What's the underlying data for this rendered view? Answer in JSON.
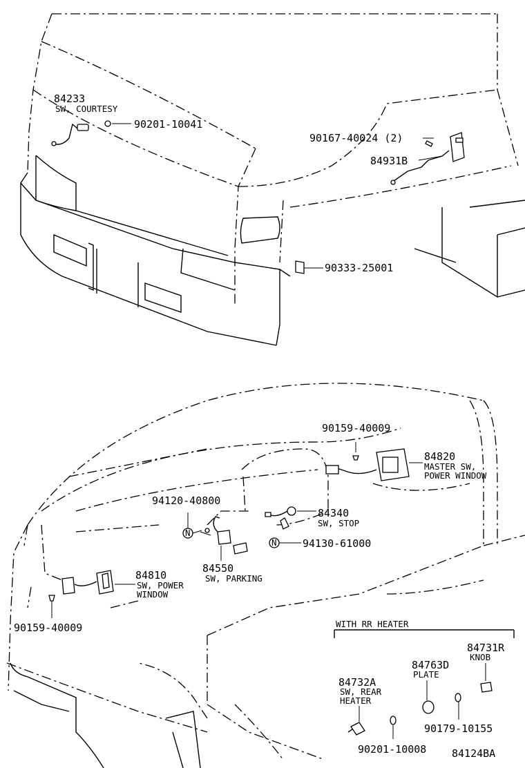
{
  "callouts": {
    "p84233": "84233",
    "p84233_name": "SW, COURTESY",
    "p90201_10041": "90201-10041",
    "p90167": "90167-40024 (2)",
    "p84931b": "84931B",
    "p90333": "90333-25001",
    "p90159_top": "90159-40009",
    "p84820": "84820",
    "p84820_name1": "MASTER SW,",
    "p84820_name2": "POWER WINDOW",
    "p94120": "94120-40800",
    "p84340": "84340",
    "p84340_name": "SW, STOP",
    "p94130": "94130-61000",
    "p84810": "84810",
    "p84810_name1": "SW, POWER",
    "p84810_name2": "WINDOW",
    "p84550": "84550",
    "p84550_name": "SW, PARKING",
    "p90159_bottom": "90159-40009",
    "n_mark_1": "N",
    "n_mark_2": "N"
  },
  "heater_box": {
    "heading": "WITH RR HEATER",
    "p84731r": "84731R",
    "p84731r_name": "KNOB",
    "p84763d": "84763D",
    "p84763d_name": "PLATE",
    "p84732a": "84732A",
    "p84732a_name1": "SW, REAR",
    "p84732a_name2": "HEATER",
    "p90179": "90179-10155",
    "p90201_10008": "90201-10008"
  },
  "figure_code": "84124BA"
}
